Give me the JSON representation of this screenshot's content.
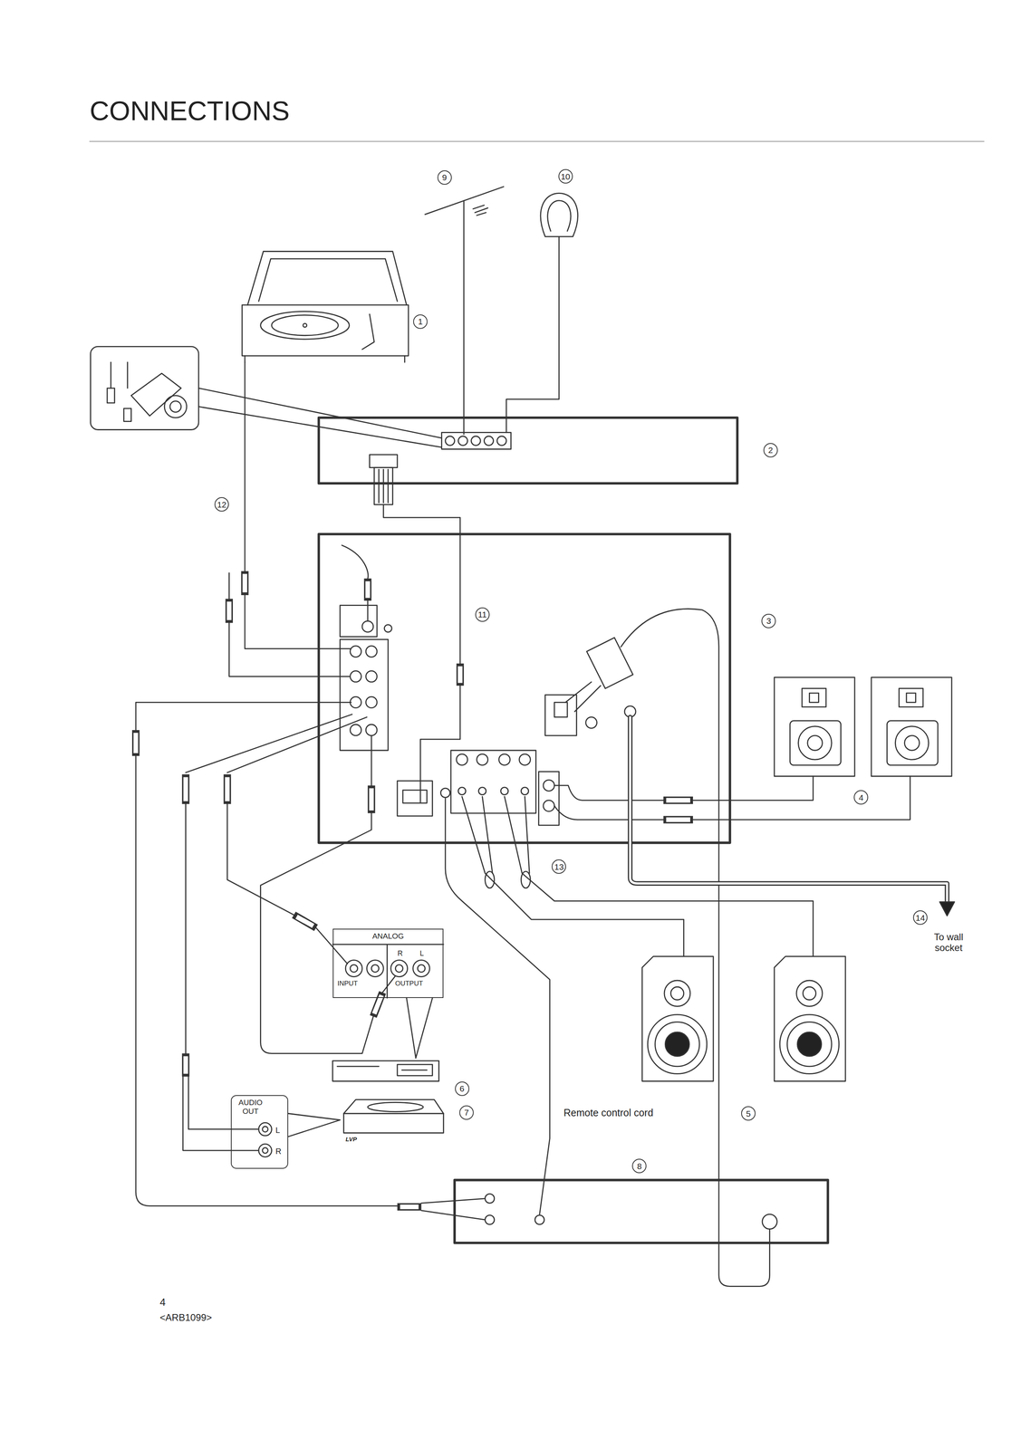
{
  "diagram": {
    "title": "CONNECTIONS",
    "nodes": [
      {
        "text": [
          "ANALOG",
          "R",
          "L",
          "INPUT",
          "OUTPUT"
        ]
      },
      {
        "text": [
          "AUDIO OUT",
          "L",
          "R"
        ]
      }
    ],
    "labels": [
      "9",
      "10",
      "1",
      "2",
      "12",
      "11",
      "3",
      "4",
      "13",
      "14",
      "To wall socket",
      "6",
      "7",
      "Remote control cord",
      "5",
      "8",
      "LVP",
      "4",
      "<ARB1099>"
    ]
  }
}
